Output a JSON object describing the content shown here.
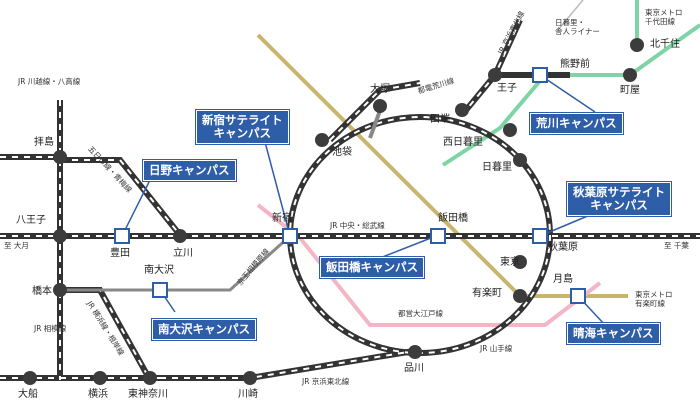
{
  "colors": {
    "jr_line": "#333333",
    "toei_oedo": "#f2b6c6",
    "yurakucho": "#c8b66e",
    "tokyo_sakura": "#7fd4a6",
    "campus_box": "#2f5ea9",
    "station_dot": "#3c3c3c",
    "ghost_road": "#888888"
  },
  "campuses": {
    "shinjuku": "新宿サテライト\nキャンパス",
    "hino": "日野キャンパス",
    "minamiosawa": "南大沢キャンパス",
    "iidabashi": "飯田橋キャンパス",
    "arakawa": "荒川キャンパス",
    "akihabara": "秋葉原サテライト\nキャンパス",
    "harumi": "晴海キャンパス"
  },
  "stations": {
    "haijima": "拝島",
    "hachioji": "八王子",
    "hashimoto": "橋本",
    "toyoda": "豊田",
    "tachikawa": "立川",
    "minamiosawa": "南大沢",
    "shinjuku": "新宿",
    "ikebukuro": "池袋",
    "otsuka": "大塚",
    "tabata": "田端",
    "nishinippori": "西日暮里",
    "nippori": "日暮里",
    "oji": "王子",
    "kumanomae": "熊野前",
    "machiya": "町屋",
    "kitasenju": "北千住",
    "iidabashi": "飯田橋",
    "tokyo": "東京",
    "akihabara": "秋葉原",
    "yurakucho": "有楽町",
    "tsukishima": "月島",
    "shinagawa": "品川",
    "ofuna": "大船",
    "yokohama": "横浜",
    "higashikanagawa": "東神奈川",
    "kawasaki": "川崎"
  },
  "lines": {
    "jr_kawagoe_hachiko": "JR 川越線・八高線",
    "itsukaichi_ome": "五日市線・青梅線",
    "keio_sagamihara": "京王相模原線",
    "jr_yokohama_negishi": "JR 横浜線・根岸線",
    "jr_sagami": "JR 相模線",
    "toden_arakawa": "都電荒川線",
    "jr_keihin_tohoku": "JR 京浜東北線",
    "nippori_toneri": "日暮里・\n舎人ライナー",
    "tokyo_metro_chiyoda": "東京メトロ\n千代田線",
    "jr_chuo_sobu": "JR 中央・総武線",
    "toei_oedo": "都営大江戸線",
    "jr_yamanote": "JR 山手線",
    "jr_keihin_tohoku_bottom": "JR 京浜東北線",
    "tokyo_metro_yurakucho": "東京メトロ\n有楽町線",
    "to_otsuki": "至 大月",
    "to_chiba": "至 千葉"
  }
}
